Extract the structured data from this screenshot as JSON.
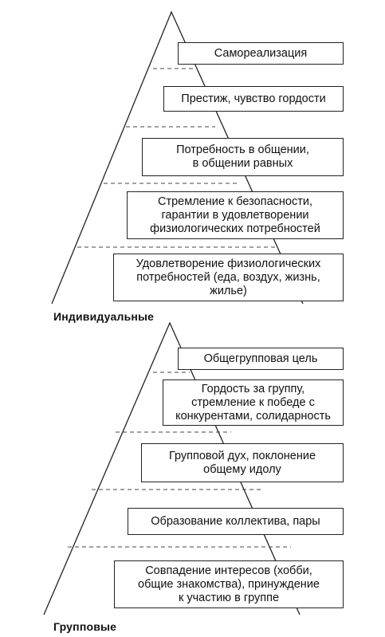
{
  "pyramids": [
    {
      "caption": "Индивидуальные",
      "levels": [
        "Самореализация",
        "Престиж, чувство гордости",
        "Потребность в общении,\nв общении равных",
        "Стремление к безопасности,\nгарантии в удовлетворении\nфизиологических потребностей",
        "Удовлетворение физиологических\nпотребностей (еда, воздух,  жизнь,\nжилье)"
      ]
    },
    {
      "caption": "Групповые",
      "levels": [
        "Общегрупповая цель",
        "Гордость за группу,\nстремление к победе с\nконкурентами, солидарность",
        "Групповой дух, поклонение\nобщему идолу",
        "Образование коллектива, пары",
        "Совпадение интересов (хобби,\nобщие знакомства), принуждение\nк участию в группе"
      ]
    }
  ]
}
